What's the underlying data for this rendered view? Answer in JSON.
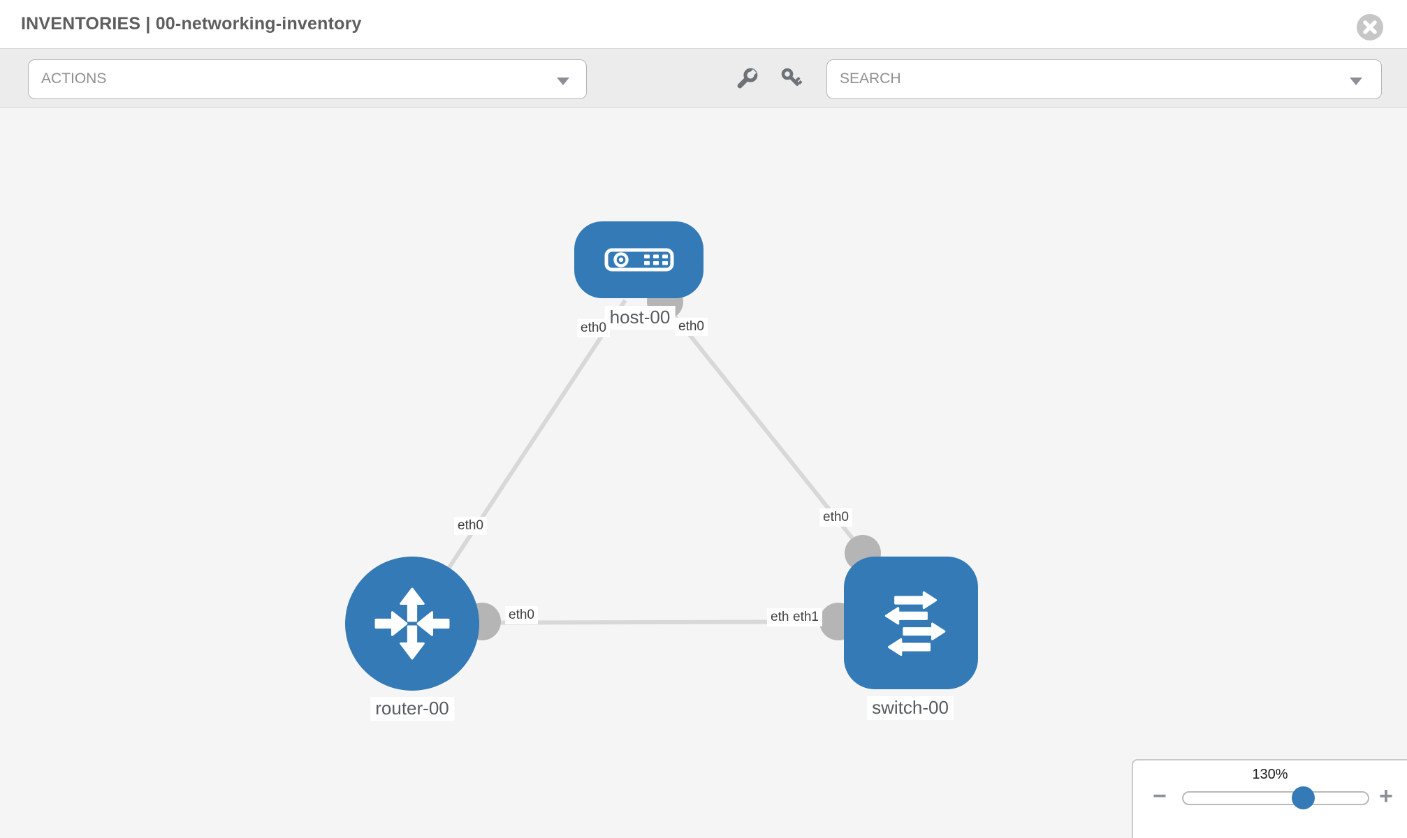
{
  "header": {
    "title": "INVENTORIES | 00-networking-inventory"
  },
  "toolbar": {
    "actions_label": "ACTIONS",
    "search_placeholder": "SEARCH",
    "icons": [
      "wrench-icon",
      "key-icon"
    ]
  },
  "topology": {
    "nodes": [
      {
        "id": "host-00",
        "type": "host",
        "label": "host-00"
      },
      {
        "id": "router-00",
        "type": "router",
        "label": "router-00"
      },
      {
        "id": "switch-00",
        "type": "switch",
        "label": "switch-00"
      }
    ],
    "links": [
      {
        "from": "host-00",
        "from_if": "eth0",
        "to": "router-00",
        "to_if": "eth0"
      },
      {
        "from": "host-00",
        "from_if": "eth0",
        "to": "switch-00",
        "to_if": "eth0"
      },
      {
        "from": "router-00",
        "from_if": "eth0",
        "to": "switch-00",
        "to_if": "eth1"
      }
    ],
    "overlapped_if_label": "eth0"
  },
  "zoom_control": {
    "level": "130%",
    "minus_label": "−",
    "plus_label": "+"
  },
  "colors": {
    "node_fill": "#337ab7",
    "link": "#d8d8d8",
    "connector": "#b5b5b5",
    "slider_handle": "#337ab7",
    "toolbar_bg": "#ececec",
    "canvas_bg": "#f5f5f5"
  }
}
